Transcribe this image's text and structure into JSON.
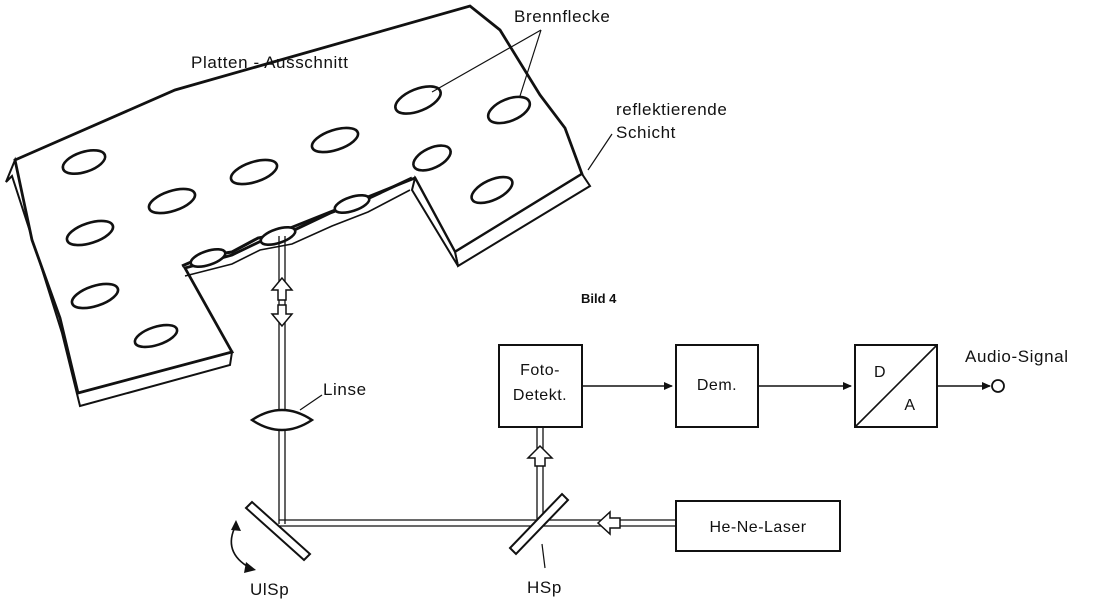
{
  "labels": {
    "brennflecke": "Brennflecke",
    "platten_ausschnitt": "Platten - Ausschnitt",
    "reflektierende_line1": "reflektierende",
    "reflektierende_line2": "Schicht",
    "bild": "Bild 4",
    "linse": "Linse",
    "audio_signal": "Audio-Signal",
    "ulsp": "UlSp",
    "hsp": "HSp"
  },
  "blocks": {
    "foto_line1": "Foto-",
    "foto_line2": "Detekt.",
    "dem": "Dem.",
    "da_d": "D",
    "da_a": "A",
    "laser": "He-Ne-Laser"
  },
  "colors": {
    "ink": "#111111",
    "paper": "#ffffff"
  }
}
